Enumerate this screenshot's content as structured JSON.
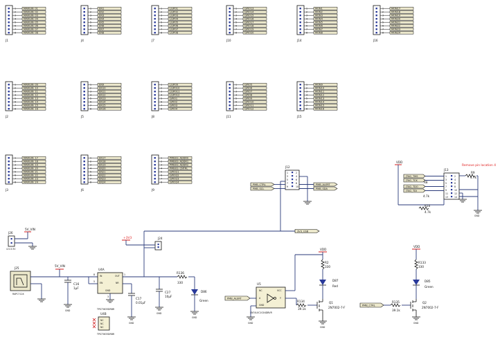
{
  "headers": [
    {
      "ref": "J1",
      "labels": [
        "MARGIN_01",
        "MARGIN_02",
        "MARGIN_03",
        "MARGIN_04",
        "MARGIN_05",
        "MARGIN_06",
        "MARGIN_07",
        "MARGIN_08"
      ]
    },
    {
      "ref": "J4",
      "labels": [
        "EN1",
        "EN2",
        "EN3",
        "EN4",
        "EN5",
        "EN6",
        "EN7",
        "EN8"
      ]
    },
    {
      "ref": "J7",
      "labels": [
        "LGPO1",
        "LGPO2",
        "LGPO3",
        "LGPO4",
        "LGPO5",
        "LGPO6",
        "LGPO7",
        "LGPO8"
      ]
    },
    {
      "ref": "J10",
      "labels": [
        "GPIO13",
        "GPIO14",
        "GPIO15",
        "GPIO16",
        "GPIO17",
        "GPIO18",
        "GPIO19",
        "GPIO20"
      ]
    },
    {
      "ref": "J14",
      "labels": [
        "MON1",
        "MON2",
        "MON3",
        "MON4",
        "MON5",
        "MON6",
        "MON7",
        "MON8"
      ]
    },
    {
      "ref": "J16",
      "labels": [
        "MON17",
        "MON18",
        "MON19",
        "MON20",
        "MON21",
        "MON22",
        "MON23",
        "MON24"
      ]
    },
    {
      "ref": "J2",
      "labels": [
        "MARGIN_09",
        "MARGIN_10",
        "MARGIN_11",
        "MARGIN_12",
        "MARGIN_13",
        "MARGIN_14",
        "MARGIN_15",
        "MARGIN_16"
      ]
    },
    {
      "ref": "J5",
      "labels": [
        "EN9",
        "EN10",
        "EN11",
        "EN12",
        "EN13",
        "EN14",
        "EN15",
        "EN16"
      ]
    },
    {
      "ref": "J8",
      "labels": [
        "LGPO9",
        "LGPO10",
        "LGPO11",
        "LGPO12",
        "GPIO1",
        "GPIO2",
        "GPIO3",
        "GPIO4"
      ]
    },
    {
      "ref": "J11",
      "labels": [
        "GPIO5",
        "GPIO6",
        "GPIO7",
        "GPIO8",
        "GPIO9",
        "GPIO10",
        "GPIO11",
        "GPIO12"
      ]
    },
    {
      "ref": "J15",
      "labels": [
        "MON9",
        "MON10",
        "MON11",
        "MON12",
        "MON13",
        "MON14",
        "MON15",
        "MON16"
      ]
    },
    {
      "ref": "J3",
      "labels": [
        "MARGIN_17",
        "MARGIN_18",
        "MARGIN_19",
        "MARGIN_20",
        "MARGIN_21",
        "MARGIN_22",
        "MARGIN_23",
        "MARGIN_24"
      ]
    },
    {
      "ref": "J6",
      "labels": [
        "EN17",
        "EN18",
        "EN19",
        "EN20",
        "EN21",
        "EN22",
        "EN23",
        "EN24"
      ]
    },
    {
      "ref": "J9",
      "labels": [
        "PMBUS_ADDR0",
        "PMBUS_ADDR1",
        "PMBUS_ADDR2",
        "PMBUS_CNTRL",
        "GPIO21",
        "GPIO22",
        "GPIO23",
        "GPIO24"
      ]
    }
  ],
  "pin_numbers": [
    "1",
    "2",
    "3",
    "4",
    "5",
    "6",
    "7",
    "8"
  ],
  "j12": {
    "ref": "J12",
    "left_nets": [
      "PMB_CTRL",
      "PMB_SCL"
    ],
    "right_nets": [
      "PMB_ALERT",
      "PMB_SDA"
    ],
    "pins_left": [
      "1",
      "3",
      "5",
      "7",
      "9"
    ],
    "pins_right": [
      "2",
      "4",
      "6",
      "8",
      "10"
    ],
    "net_3v3": "3V3_USB"
  },
  "j13": {
    "ref": "J13",
    "note": "Remove pin location 4",
    "nets": [
      "JTAG_TMS",
      "JTAG_TCK",
      "JTAG_TDO",
      "JTAG_TDI"
    ],
    "pins_left": [
      "1",
      "3",
      "5",
      "7",
      "9",
      "11",
      "13"
    ],
    "pins_right": [
      "2",
      "4",
      "6",
      "8",
      "10",
      "12",
      "14"
    ],
    "r9": {
      "ref": "R9",
      "value": "4.7k"
    },
    "r8": {
      "ref": "R8",
      "value": "4.7k"
    },
    "r10": {
      "ref": "R10",
      "value": "4.7k"
    },
    "vdd": "VDD"
  },
  "power_in": {
    "j26": "J26",
    "net_5v": "5V_VIN",
    "range": "4.5-5.5V",
    "j25": "J25",
    "j25_part": "RAPC712X",
    "c16": {
      "ref": "C16",
      "value": "1μF"
    }
  },
  "regulator": {
    "ref": "U4A",
    "part": "TPS73633DRBR",
    "pins": {
      "in": "IN",
      "en": "EN",
      "gnd": "GND",
      "out": "OUT",
      "nr": "NR"
    },
    "pin_nums": {
      "in": "8",
      "en": "5",
      "gnd": "3",
      "out": "1"
    },
    "c17": {
      "ref": "C17",
      "value": "0.01μF"
    },
    "c27": {
      "ref": "C27",
      "value": "10μF"
    },
    "r136": {
      "ref": "R136",
      "value": "330"
    },
    "d86": {
      "ref": "D86",
      "color": "Green"
    },
    "v3p3": "+3V3",
    "j24": "J24"
  },
  "regulator_b": {
    "ref": "U4B",
    "part": "TPS73633DRBR",
    "pins": [
      "NC",
      "NC",
      "NC"
    ]
  },
  "buffer": {
    "ref": "U5",
    "part": "SN74LVC1G04DBVR",
    "pins": {
      "nc": "NC",
      "a": "A",
      "gnd": "GND",
      "vcc": "VCC",
      "y": "Y"
    },
    "net_in": "PMB_ALERT",
    "r2": {
      "ref": "R2",
      "value": "330"
    },
    "d87": {
      "ref": "D87",
      "color": "Red"
    },
    "r134": {
      "ref": "R134",
      "value": "39.1k"
    },
    "q1": {
      "ref": "Q1",
      "part": "2N7002-7-F"
    },
    "vdd": "VDD"
  },
  "ctrl_led": {
    "net_in": "PMB_CTRL",
    "r133": {
      "ref": "R133",
      "value": "330"
    },
    "d85": {
      "ref": "D85",
      "color": "Green"
    },
    "r135": {
      "ref": "R135",
      "value": "39.1k"
    },
    "q2": {
      "ref": "Q2",
      "part": "2N7002-7-F"
    },
    "vdd": "VDD"
  },
  "gnd_label": "GND",
  "colors": {
    "wire": "#2a3a7a",
    "power": "#d01818",
    "note": "#e02020",
    "label_fill": "#ece8cc"
  }
}
